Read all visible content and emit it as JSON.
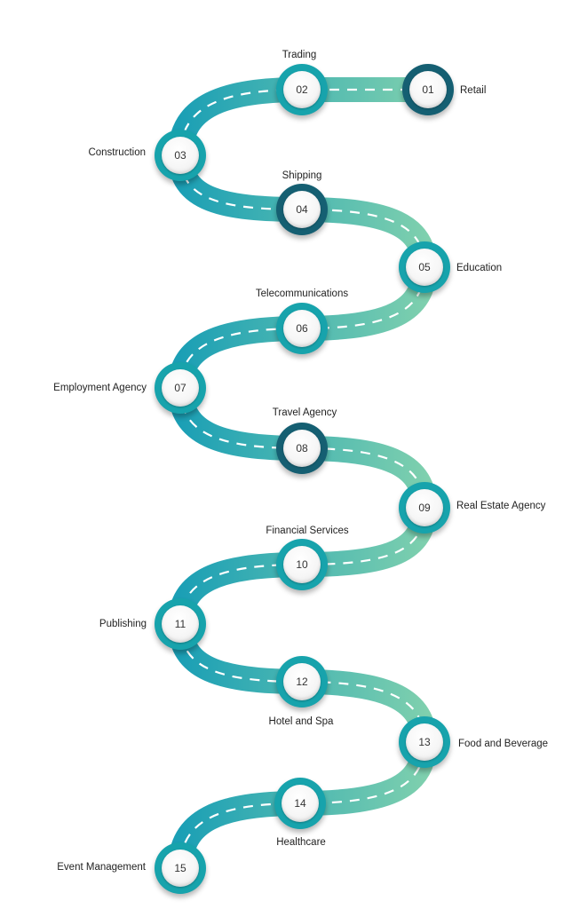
{
  "colors": {
    "road_start": "#1b9fb5",
    "road_end": "#7fd0ae",
    "node_ring": "#17a3ac",
    "node_ring_dark": "#155f72",
    "dash": "#ffffff"
  },
  "steps": [
    {
      "number": "01",
      "label": "Retail"
    },
    {
      "number": "02",
      "label": "Trading"
    },
    {
      "number": "03",
      "label": "Construction"
    },
    {
      "number": "04",
      "label": "Shipping"
    },
    {
      "number": "05",
      "label": "Education"
    },
    {
      "number": "06",
      "label": "Telecommunications"
    },
    {
      "number": "07",
      "label": "Employment Agency"
    },
    {
      "number": "08",
      "label": "Travel Agency"
    },
    {
      "number": "09",
      "label": "Real Estate Agency"
    },
    {
      "number": "10",
      "label": "Financial Services"
    },
    {
      "number": "11",
      "label": "Publishing"
    },
    {
      "number": "12",
      "label": "Hotel and Spa"
    },
    {
      "number": "13",
      "label": "Food and Beverage"
    },
    {
      "number": "14",
      "label": "Healthcare"
    },
    {
      "number": "15",
      "label": "Event Management"
    }
  ]
}
